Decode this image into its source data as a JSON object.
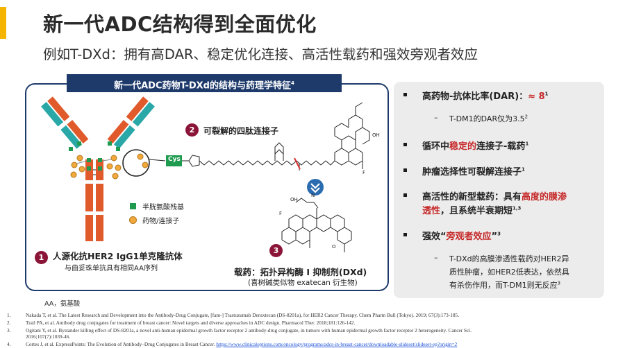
{
  "slide": {
    "title": "新一代ADC结构得到全面优化",
    "subtitle": "例如T-DXd：拥有高DAR、稳定优化连接、高活性载药和强效旁观者效应"
  },
  "figure": {
    "header": "新一代ADC药物T-DXd的结构与药理学特征",
    "header_ref": "4",
    "label1_num": "1",
    "label1_title": "人源化抗HER2 IgG1单克隆抗体",
    "label1_sub": "与曲妥珠单抗具有相同AA序列",
    "label2_num": "2",
    "label2_text": "可裂解的四肽连接子",
    "label3_num": "3",
    "label3_title": "载药：拓扑异构酶 I 抑制剂(DXd)",
    "label3_sub": "(喜树碱类似物 exatecan 衍生物)",
    "legend_cys": "半胱氨酸残基",
    "legend_drug": "药物/连接子",
    "cys_tag": "Cys",
    "oh_label": "OH",
    "o_label": "O",
    "f_label": "F",
    "n_label": "N",
    "colors": {
      "navy": "#1e3a6b",
      "heavy_chain": "#e05a2c",
      "light_chain": "#2aa8a8",
      "cys": "#1e9b4e",
      "drug": "#f0a93a",
      "number_badge": "#8b1538"
    }
  },
  "panel": {
    "bullets": [
      {
        "text": "高药物-抗体比率(DAR)：",
        "highlight": "≈ 8",
        "ref": "1"
      },
      {
        "sub": true,
        "text": "T-DM1的DAR仅为3.5",
        "ref": "2"
      },
      {
        "pre": "循环中",
        "highlight": "稳定的",
        "post": "连接子-载药",
        "ref": "1"
      },
      {
        "text": "肿瘤选择性可裂解连接子",
        "ref": "1"
      },
      {
        "pre": "高活性的新型载药：具有",
        "highlight": "高度的膜渗",
        "line2_highlight": "透性",
        "line2_post": "，且系统半衰期短",
        "ref": "1,3"
      },
      {
        "pre": "强效“",
        "highlight": "旁观者效应",
        "post": "”",
        "ref": "3"
      },
      {
        "sub": true,
        "line1": "T-DXd的高膜渗透性载药对HER2异",
        "line2": "质性肿瘤，如HER2低表达，依然具",
        "line3": "有杀伤作用，而T-DM1则无反应",
        "ref": "3"
      }
    ],
    "dash": "–"
  },
  "abbreviation": "AA，氨基酸",
  "references": [
    {
      "n": "1.",
      "text": "Nakada T, et al. The Latest Research and Development into the Antibody-Drug Conjugate, [fam-] Trastuzumab Deruxtecan (DS-8201a), for HER2 Cancer Therapy. Chem Pharm Bull (Tokyo). 2019; 67(3):173-185."
    },
    {
      "n": "2.",
      "text": "Trail PA, et al. Antibody drug conjugates for treatment of breast cancer: Novel targets and diverse approaches in ADC design. Pharmacol Ther. 2018;181:126-142."
    },
    {
      "n": "3.",
      "text": "Ogitani Y, et al. Bystander killing effect of DS-8201a, a novel anti-human epidermal growth factor receptor 2 antibody-drug conjugate, in tumors with human epidermal growth factor receptor 2 heterogeneity. Cancer Sci.",
      "text2": "2016;107(7):1039-46."
    },
    {
      "n": "4.",
      "text": "Cortes J, et al. ExpressPoints: The Evolution of Antibody–Drug Conjugates in Breast Cancer. ",
      "link": "https://www.clinicaloptions.com/oncology/programs/adcs-in-breast-cancer/downloadable-slideset/slideset-ep?origin=2"
    }
  ]
}
